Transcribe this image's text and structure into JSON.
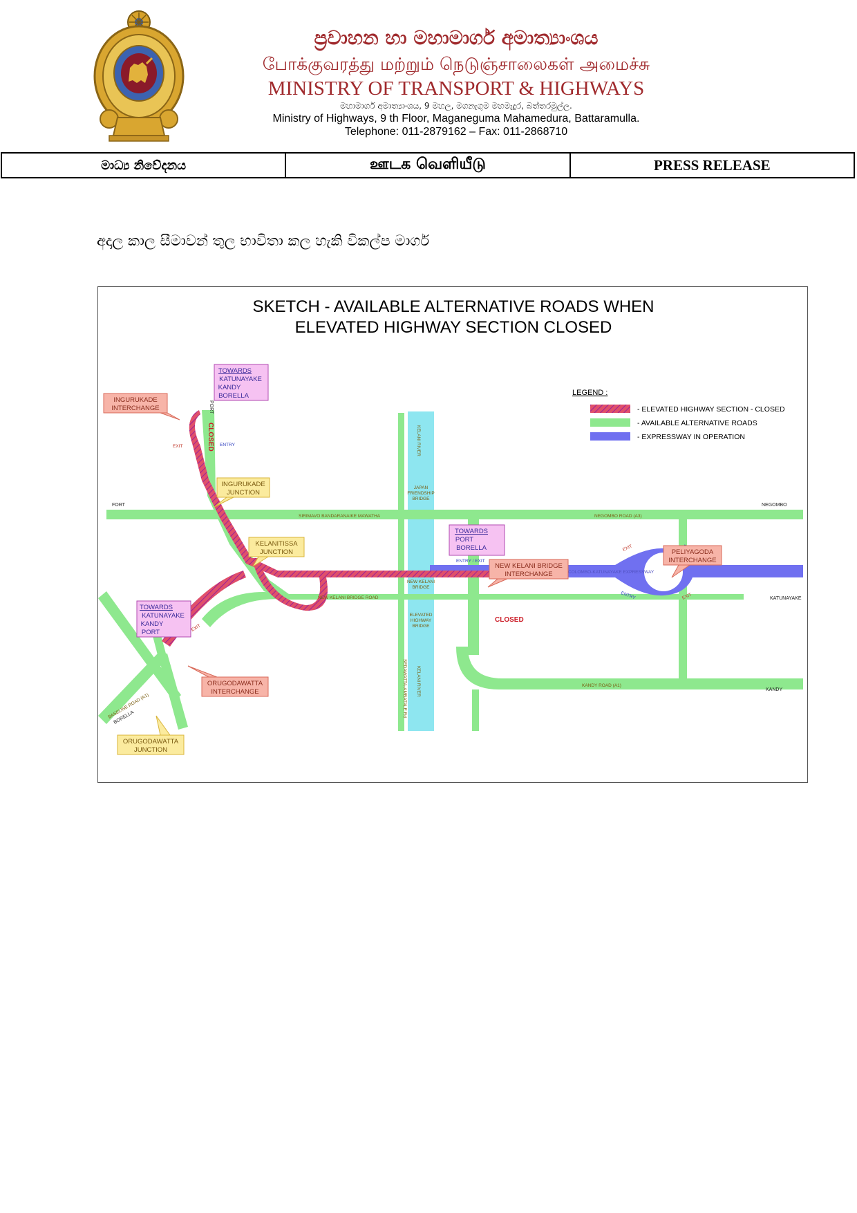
{
  "letterhead": {
    "name_sinhala": "ප්‍රවාහන හා මහාමාර්ග අමාත්‍යාංශය",
    "name_tamil": "போக்குவரத்து மற்றும் நெடுஞ்சாலைகள் அமைச்சு",
    "name_english": "MINISTRY OF TRANSPORT & HIGHWAYS",
    "address_sinhala": "මහාමාර්ග අමාත්‍යාංශය, 9 මහල, මගනැගුම මහමැදුර, බත්තරමුල්ල.",
    "address_english": "Ministry of Highways, 9 th Floor, Maganeguma Mahamedura, Battaramulla.",
    "telephone": "Telephone: 011-2879162 – Fax: 011-2868710"
  },
  "banner": {
    "sinhala": "මාධ්‍ය නිවේදනය",
    "tamil": "ஊடக வெளியீடு",
    "english": "PRESS RELEASE"
  },
  "intro_text": "අදාල කාල සීමාවන් තුල භාවිතා කල හැකි විකල්ප මාර්ග",
  "sketch": {
    "title_line1": "SKETCH - AVAILABLE ALTERNATIVE ROADS WHEN",
    "title_line2": "ELEVATED HIGHWAY SECTION CLOSED",
    "legend": {
      "heading": "LEGEND :",
      "items": [
        {
          "label": "-  ELEVATED HIGHWAY SECTION - CLOSED",
          "color": "#e0506a"
        },
        {
          "label": "-  AVAILABLE ALTERNATIVE ROADS",
          "color": "#8ee88e"
        },
        {
          "label": "-  EXPRESSWAY IN OPERATION",
          "color": "#7070f0"
        }
      ]
    },
    "colors": {
      "road_green": "#8ee88e",
      "river_cyan": "#8ee6f0",
      "closed_red": "#e0506a",
      "expressway_blue": "#7070f0",
      "pink_box": "#f6c2f2",
      "salmon_box": "#f7b4a8",
      "yellow_box": "#fbeb9e"
    },
    "direction_labels": {
      "port": "PORT",
      "fort": "FORT",
      "negombo": "NEGOMBO",
      "katunayake": "KATUNAYAKE",
      "kandy": "KANDY",
      "borella": "BORELLA"
    },
    "road_labels": {
      "sirimavo": "SIRIMAVO BANDARANAIKE MAWATHA",
      "negombo_road": "NEGOMBO ROAD (A3)",
      "new_kelani_bridge_road": "NEW KELANI BRIDGE ROAD",
      "kandy_road": "KANDY ROAD (A1)",
      "sedawatta": "SEDAWATTA-AMBATALE Rd",
      "baseline": "BASELINE ROAD (A1)",
      "expressway": "COLOMBO-KATUNAYAKE EXPRESSWAY"
    },
    "map_labels": {
      "kelani_river_top": "KELANI RIVER",
      "kelani_river_bottom": "KELANI RIVER",
      "japan_bridge": [
        "JAPAN",
        "FRIENDSHIP",
        "BRIDGE"
      ],
      "new_kelani_bridge": [
        "NEW KELANI",
        "BRIDGE"
      ],
      "elevated_highway_bridge": [
        "ELEVATED",
        "HIGHWAY",
        "BRIDGE"
      ],
      "closed": "CLOSED",
      "exit": "EXIT",
      "entry": "ENTRY",
      "entry_exit": "ENTRY / EXIT"
    },
    "callouts": {
      "ingurukade_interchange": [
        "INGURUKADE",
        "INTERCHANGE"
      ],
      "ingurukade_junction": [
        "INGURUKADE",
        "JUNCTION"
      ],
      "kelanitissa_junction": [
        "KELANITISSA",
        "JUNCTION"
      ],
      "towards_top": [
        "TOWARDS",
        "KATUNAYAKE",
        "KANDY",
        "BORELLA"
      ],
      "towards_port_borella": [
        "TOWARDS",
        "PORT",
        "BORELLA"
      ],
      "new_kelani_interchange": [
        "NEW KELANI BRIDGE",
        "INTERCHANGE"
      ],
      "peliyagoda_interchange": [
        "PELIYAGODA",
        "INTERCHANGE"
      ],
      "towards_left": [
        "TOWARDS",
        "KATUNAYAKE",
        "KANDY",
        "PORT"
      ],
      "orugodawatta_interchange": [
        "ORUGODAWATTA",
        "INTERCHANGE"
      ],
      "orugodawatta_junction": [
        "ORUGODAWATTA",
        "JUNCTION"
      ]
    }
  }
}
